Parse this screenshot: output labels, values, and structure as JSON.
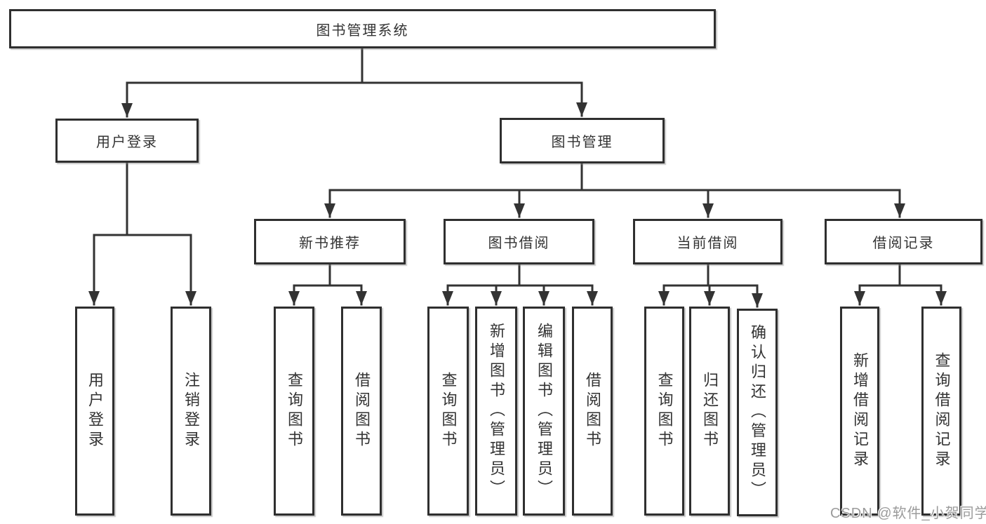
{
  "tree": {
    "root": "图书管理系统",
    "branches": [
      {
        "label": "用户登录",
        "children": [
          "用户登录",
          "注销登录"
        ]
      },
      {
        "label": "图书管理",
        "children": [
          {
            "label": "新书推荐",
            "children": [
              "查询图书",
              "借阅图书"
            ]
          },
          {
            "label": "图书借阅",
            "children": [
              "查询图书",
              "新增图书（管理员）",
              "编辑图书（管理员）",
              "借阅图书"
            ]
          },
          {
            "label": "当前借阅",
            "children": [
              "查询图书",
              "归还图书",
              "确认归还（管理员）"
            ]
          },
          {
            "label": "借阅记录",
            "children": [
              "新增借阅记录",
              "查询借阅记录"
            ]
          }
        ]
      }
    ]
  },
  "watermark": "CSDN @软件_小贺同学",
  "colors": {
    "line": "#333333",
    "box_border": "#2f2f2f",
    "text": "#333333",
    "background": "#ffffff",
    "watermark": "#9b9b9b"
  }
}
